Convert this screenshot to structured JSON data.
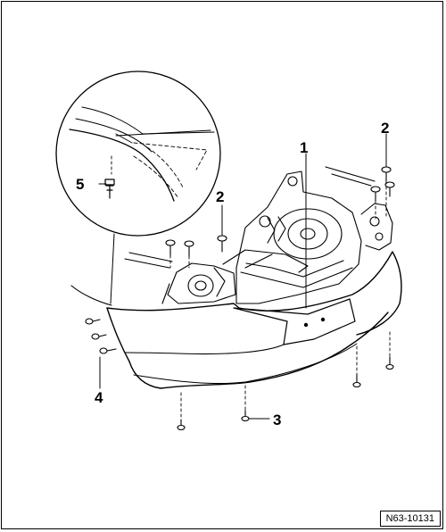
{
  "diagram": {
    "callouts": [
      {
        "id": "c1",
        "label": "1"
      },
      {
        "id": "c2a",
        "label": "2"
      },
      {
        "id": "c2b",
        "label": "2"
      },
      {
        "id": "c3",
        "label": "3"
      },
      {
        "id": "c4",
        "label": "4"
      },
      {
        "id": "c5",
        "label": "5"
      }
    ],
    "reference_code": "N63-10131"
  }
}
